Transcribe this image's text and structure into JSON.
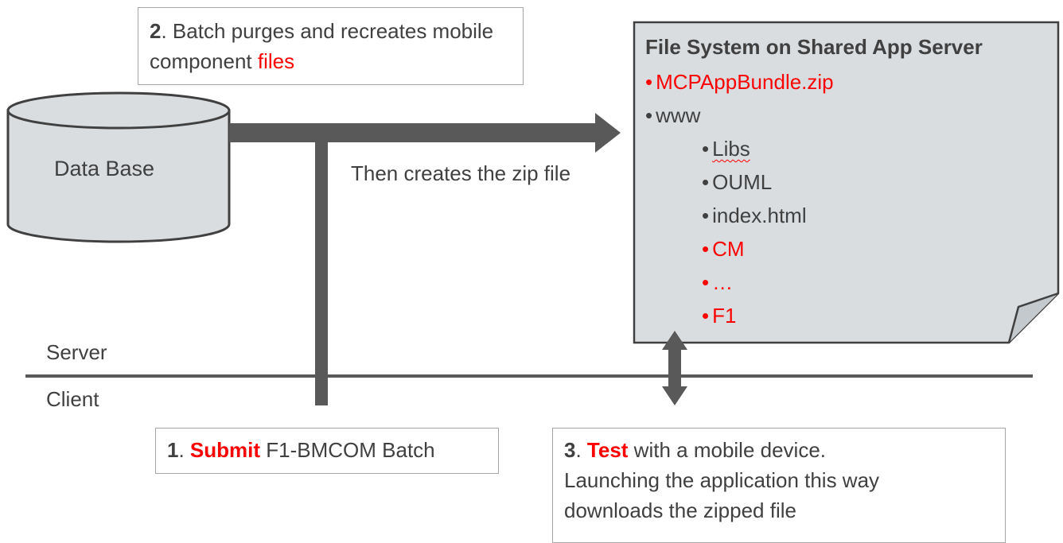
{
  "colors": {
    "accent_red": "#ff0000",
    "shape_fill": "#d9dde0",
    "shape_stroke": "#404040",
    "arrow_gray": "#595959",
    "text_gray": "#404040"
  },
  "database": {
    "label": "Data Base",
    "icon": "database-cylinder-icon"
  },
  "step2": {
    "number": "2",
    "text": ". Batch purges and recreates mobile component ",
    "highlight": "files"
  },
  "zip_label": "Then creates the zip file",
  "file_system": {
    "title": "File System on Shared App Server",
    "items": [
      {
        "text": "MCPAppBundle.zip",
        "level": 0,
        "color": "red"
      },
      {
        "text": "www",
        "level": 0,
        "color": "gray"
      },
      {
        "text": "Libs",
        "level": 1,
        "color": "gray",
        "spellcheck": true
      },
      {
        "text": "OUML",
        "level": 1,
        "color": "gray"
      },
      {
        "text": "index.html",
        "level": 1,
        "color": "gray"
      },
      {
        "text": "CM",
        "level": 1,
        "color": "red"
      },
      {
        "text": "…",
        "level": 1,
        "color": "red"
      },
      {
        "text": "F1",
        "level": 1,
        "color": "red"
      }
    ],
    "bullet": "•"
  },
  "tiers": {
    "server": "Server",
    "client": "Client"
  },
  "step1": {
    "number": "1",
    "sep": ". ",
    "action": "Submit",
    "rest": " F1-BMCOM Batch"
  },
  "step3": {
    "number": "3",
    "sep": ". ",
    "action": "Test",
    "line1_rest": " with a mobile device.",
    "line2": "Launching the application this way",
    "line3": "downloads the zipped file"
  }
}
